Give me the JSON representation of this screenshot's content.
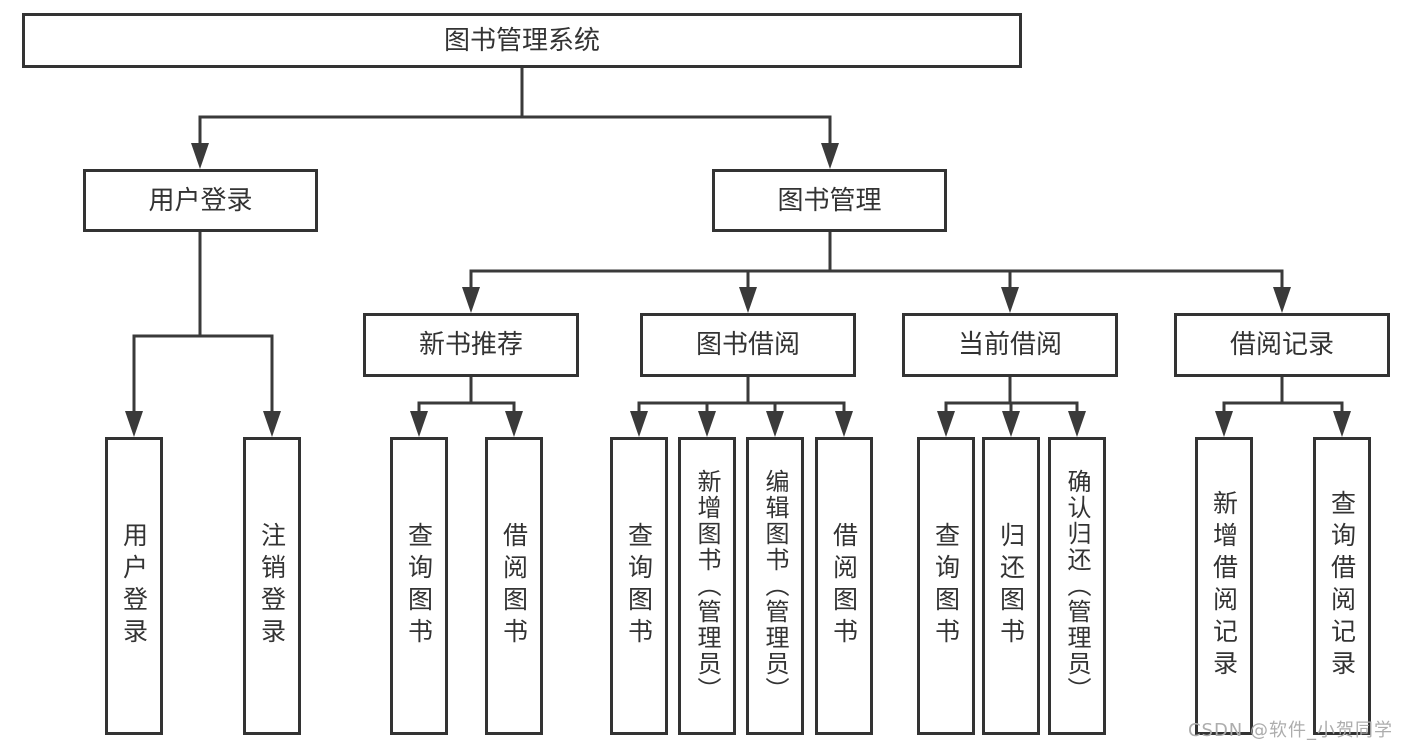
{
  "diagram_title": "图书管理系统",
  "colors": {
    "line": "#3a3a3a",
    "box_border": "#333333",
    "box_fill": "#ffffff",
    "text": "#333333",
    "watermark": "#adadad"
  },
  "watermark": {
    "text": "CSDN @软件_小贺同学"
  },
  "tree": {
    "root": {
      "label": "图书管理系统",
      "children": [
        {
          "label": "用户登录",
          "children": [
            {
              "label": "用户登录"
            },
            {
              "label": "注销登录"
            }
          ]
        },
        {
          "label": "图书管理",
          "children": [
            {
              "label": "新书推荐",
              "children": [
                {
                  "label": "查询图书"
                },
                {
                  "label": "借阅图书"
                }
              ]
            },
            {
              "label": "图书借阅",
              "children": [
                {
                  "label": "查询图书"
                },
                {
                  "label": "新增图书（管理员）"
                },
                {
                  "label": "编辑图书（管理员）"
                },
                {
                  "label": "借阅图书"
                }
              ]
            },
            {
              "label": "当前借阅",
              "children": [
                {
                  "label": "查询图书"
                },
                {
                  "label": "归还图书"
                },
                {
                  "label": "确认归还（管理员）"
                }
              ]
            },
            {
              "label": "借阅记录",
              "children": [
                {
                  "label": "新增借阅记录"
                },
                {
                  "label": "查询借阅记录"
                }
              ]
            }
          ]
        }
      ]
    }
  }
}
